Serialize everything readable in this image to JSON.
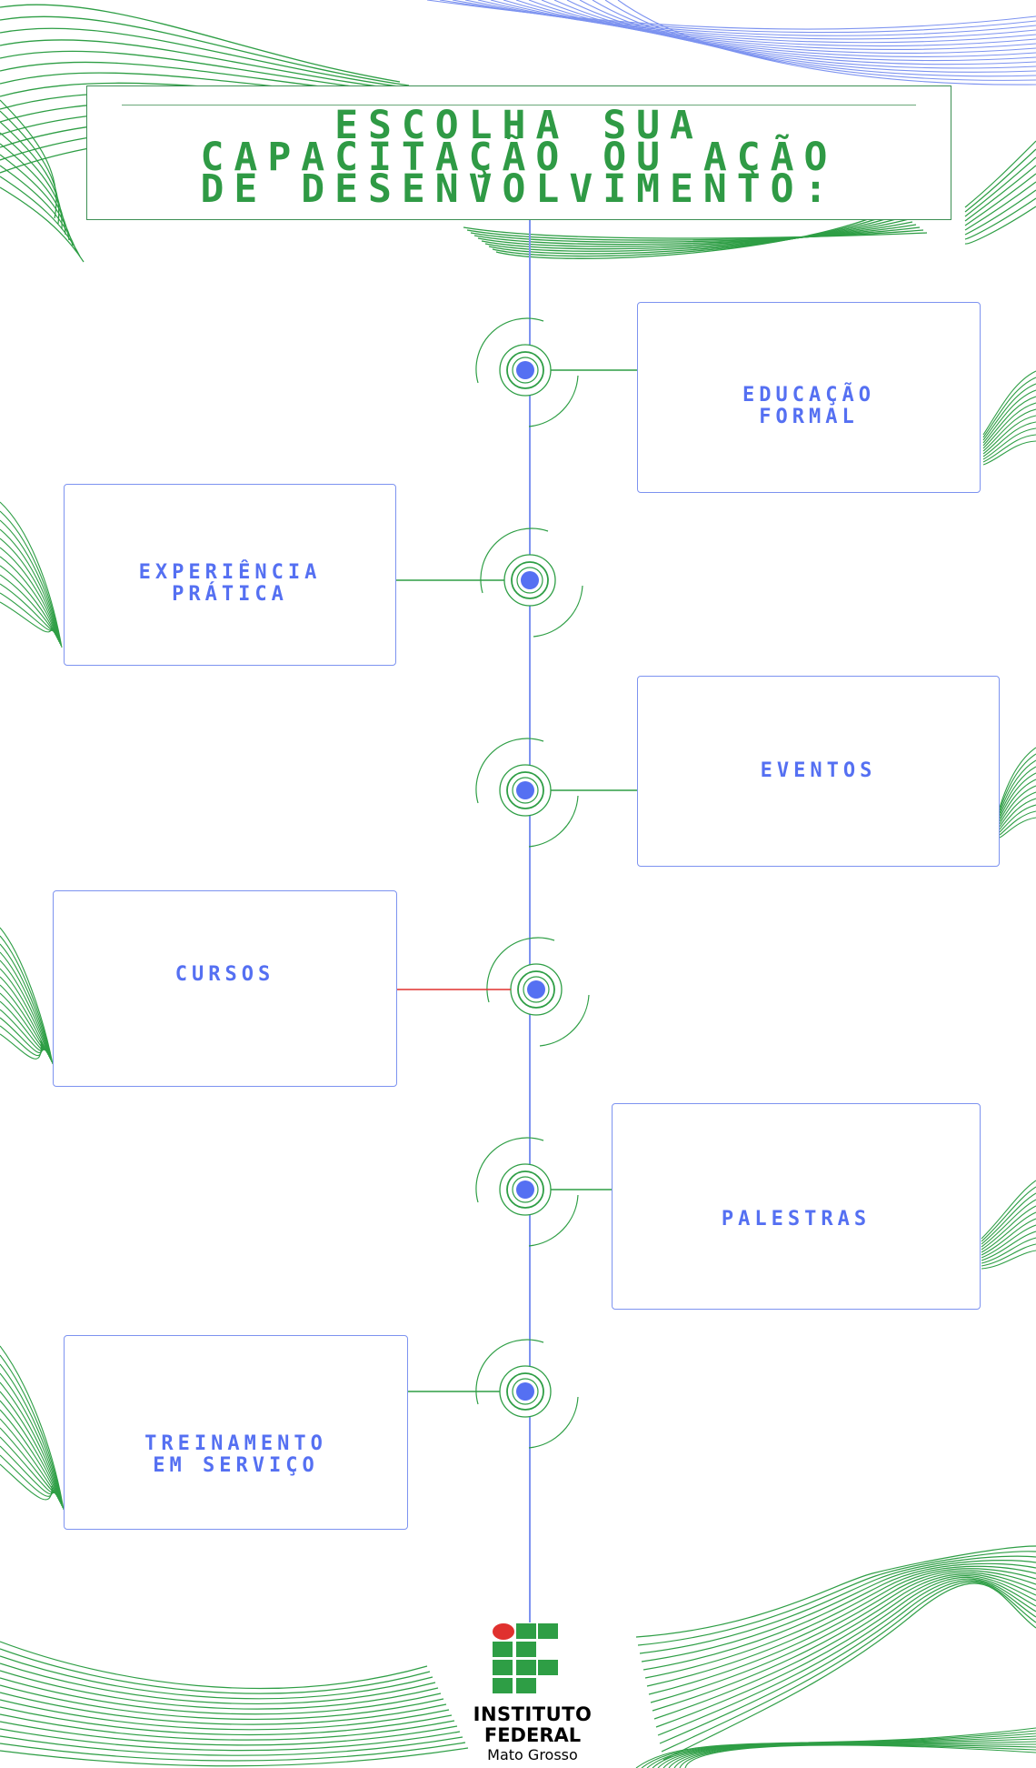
{
  "title": {
    "lines": [
      "ESCOLHA SUA",
      "CAPACITAÇÃO OU AÇÃO",
      "DE DESENVOLVIMENTO:"
    ]
  },
  "options": [
    {
      "lines": [
        "EDUCAÇÃO",
        "FORMAL"
      ],
      "side": "right"
    },
    {
      "lines": [
        "EXPERIÊNCIA",
        "PRÁTICA"
      ],
      "side": "left"
    },
    {
      "lines": [
        "EVENTOS"
      ],
      "side": "right"
    },
    {
      "lines": [
        "CURSOS"
      ],
      "side": "left"
    },
    {
      "lines": [
        "PALESTRAS"
      ],
      "side": "right"
    },
    {
      "lines": [
        "TREINAMENTO",
        "EM SERVIÇO"
      ],
      "side": "left"
    }
  ],
  "logo": {
    "line1": "INSTITUTO",
    "line2": "FEDERAL",
    "line3": "Mato Grosso"
  },
  "colors": {
    "accent_blue": "#5570f2",
    "green": "#2f9a45",
    "connector_red": "#e0312e"
  }
}
